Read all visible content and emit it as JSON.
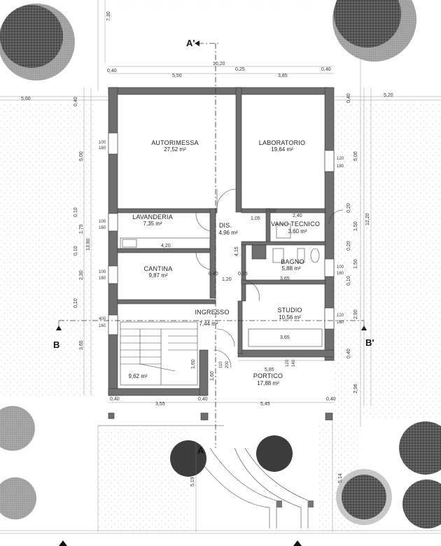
{
  "rooms": {
    "autorimessa": {
      "name": "AUTORIMESSA",
      "area": "27,52 m²"
    },
    "laboratorio": {
      "name": "LABORATORIO",
      "area": "19,64 m²"
    },
    "lavanderia": {
      "name": "LAVANDERIA",
      "area": "7,35 m²"
    },
    "dis": {
      "name": "DIS.",
      "area": "4,96 m²"
    },
    "vano_tecnico": {
      "name": "VANO TECNICO",
      "area": "3,60 m²"
    },
    "bagno": {
      "name": "BAGNO",
      "area": "5,88 m²"
    },
    "cantina": {
      "name": "CANTINA",
      "area": "9,87 m²"
    },
    "ingresso": {
      "name": "INGRESSO",
      "area": "7,44 m²"
    },
    "studio": {
      "name": "STUDIO",
      "area": "10,56 m²"
    },
    "portico": {
      "name": "PORTICO",
      "area": "17,88 m²"
    },
    "scala": {
      "area": "9,62 m²"
    }
  },
  "sections": {
    "a_top": "A'",
    "a_bottom": "A",
    "b_left": "B",
    "b_right": "B'"
  },
  "dimensions": {
    "top_total": "10,20",
    "top_040_left": "0,40",
    "top_550": "5,50",
    "top_025": "0,25",
    "top_385": "3,85",
    "top_040_right": "0,40",
    "top_corner": "7,30",
    "left_560": "5,60",
    "right_520": "5,20",
    "left_040": "0,40",
    "left_500": "5,00",
    "left_010_a": "0,10",
    "left_175": "1,75",
    "left_1380": "13,80",
    "left_010_b": "0,10",
    "left_230": "2,30",
    "left_010_c": "0,10",
    "left_365": "3,65",
    "right_040": "0,40",
    "right_500": "5,00",
    "right_1220": "12,20",
    "right_020_a": "0,20",
    "right_150_a": "1,50",
    "right_020_b": "0,20",
    "right_150_b": "1,50",
    "right_010": "0,10",
    "right_290": "2,90",
    "right_040_b": "0,40",
    "right_296": "2,96",
    "bottom_040_a": "0,40",
    "bottom_355": "3,55",
    "bottom_040_b": "0,40",
    "bottom_545": "5,45",
    "bottom_040_c": "0,40",
    "lav_420": "4,20",
    "dis_105": "1,05",
    "vano_020": "0,20",
    "vano_240": "2,40",
    "dis_415": "4,15",
    "can_040": "0,40",
    "can_120": "1,20",
    "bagno_025": "0,25",
    "bagno_365": "3,65",
    "studio_365": "3,65",
    "portico_585": "5,85",
    "stair_160": "1,60",
    "stair_160b": "1,60",
    "site_519": "5,19",
    "site_514": "5,14"
  },
  "windows": {
    "w1": "100",
    "w1b": "160",
    "w2": "120",
    "w2b": "180",
    "w3": "100",
    "w3b": "160",
    "w4": "100",
    "w4b": "160",
    "w5": "400",
    "w5b": "160",
    "w6": "100",
    "w6b": "160",
    "w7": "120",
    "w7b": "160",
    "w8": "110",
    "w8b": "200",
    "w9": "120",
    "w9b": "140"
  }
}
